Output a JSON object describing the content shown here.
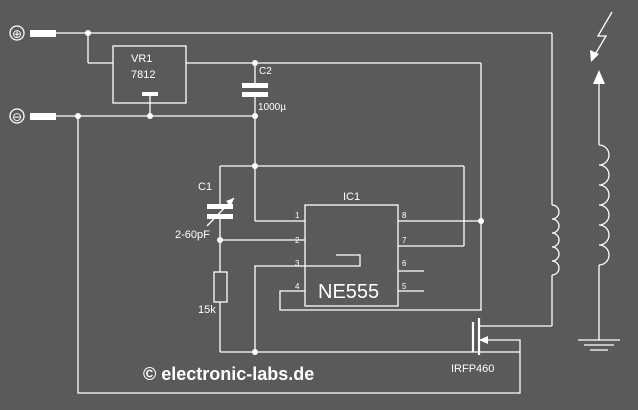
{
  "terminals": {
    "positive": "⊕",
    "negative": "⊖"
  },
  "regulator": {
    "ref": "VR1",
    "value": "7812"
  },
  "capacitor_c2": {
    "ref": "C2",
    "value": "1000µ"
  },
  "capacitor_c1": {
    "ref": "C1",
    "value": "2-60pF"
  },
  "resistor": {
    "value": "15k"
  },
  "ic": {
    "ref": "IC1",
    "part": "NE555",
    "pins": [
      "1",
      "2",
      "3",
      "4",
      "5",
      "6",
      "7",
      "8"
    ]
  },
  "transistor": {
    "part": "IRFP460"
  },
  "credit": "© electronic-labs.de",
  "colors": {
    "background": "#5a5a5a",
    "wire": "#ffffff"
  }
}
